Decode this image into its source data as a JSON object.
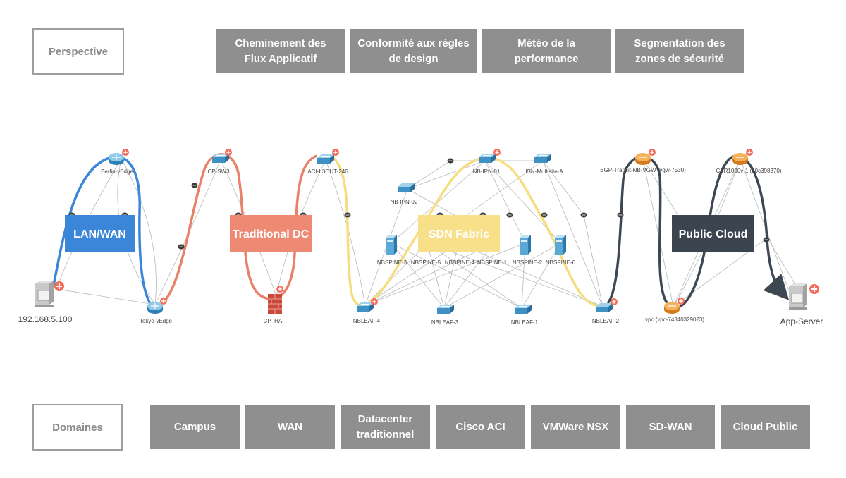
{
  "perspective": {
    "label": "Perspective",
    "items": [
      {
        "label": "Cheminement des\nFlux Applicatif"
      },
      {
        "label": "Conformité aux règles\nde design"
      },
      {
        "label": "Météo de la\nperformance"
      },
      {
        "label": "Segmentation des\nzones de sécurité"
      }
    ]
  },
  "domains": {
    "label": "Domaines",
    "items": [
      {
        "label": "Campus"
      },
      {
        "label": "WAN"
      },
      {
        "label": "Datacenter\ntraditionnel"
      },
      {
        "label": "Cisco ACI"
      },
      {
        "label": "VMWare NSX"
      },
      {
        "label": "SD-WAN"
      },
      {
        "label": "Cloud Public"
      }
    ]
  },
  "segments": {
    "lan_wan": {
      "label": "LAN/WAN",
      "color": "#3b86d8"
    },
    "traditional_dc": {
      "label": "Traditional DC",
      "color": "#ee8a73"
    },
    "sdn_fabric": {
      "label": "SDN Fabric",
      "color": "#f8e08a"
    },
    "public_cloud": {
      "label": "Public Cloud",
      "color": "#3a4550"
    }
  },
  "path_colors": {
    "blue": "#3b86d8",
    "salmon": "#e8806a",
    "yellow": "#f5dd80",
    "dark": "#3e4852"
  },
  "nodes": {
    "client": "192.168.5.100",
    "berlin": "Berlin-vEdge",
    "tokyo": "Tokyo-vEdge",
    "cp_sw3": "CP-SW3",
    "cp_hai": "CP_HAI",
    "aci_l3out": "ACI-L3OUT-246",
    "nb_ipn02": "NB-IPN-02",
    "nb_ipn01": "NB-IPN-01",
    "isn": "ISN-Multisite-A",
    "nbspine3": "NBSPINE-3",
    "nbspine5": "NBSPINE-5",
    "nbspine4": "NBSPINE-4",
    "nbspine1": "NBSPINE-1",
    "nbspine2": "NBSPINE-2",
    "nbspine6": "NBSPINE-6",
    "nbleaf4": "NBLEAF-4",
    "nbleaf3": "NBLEAF-3",
    "nbleaf1": "NBLEAF-1",
    "nbleaf2": "NBLEAF-2",
    "bgp": "BGP-Transit-NB-VGW (vgw-7530)",
    "csr": "CSR1000v-1 (i-0c398370)",
    "vpc": "vpc (vpc-74340329023)",
    "app_server": "App-Server"
  }
}
